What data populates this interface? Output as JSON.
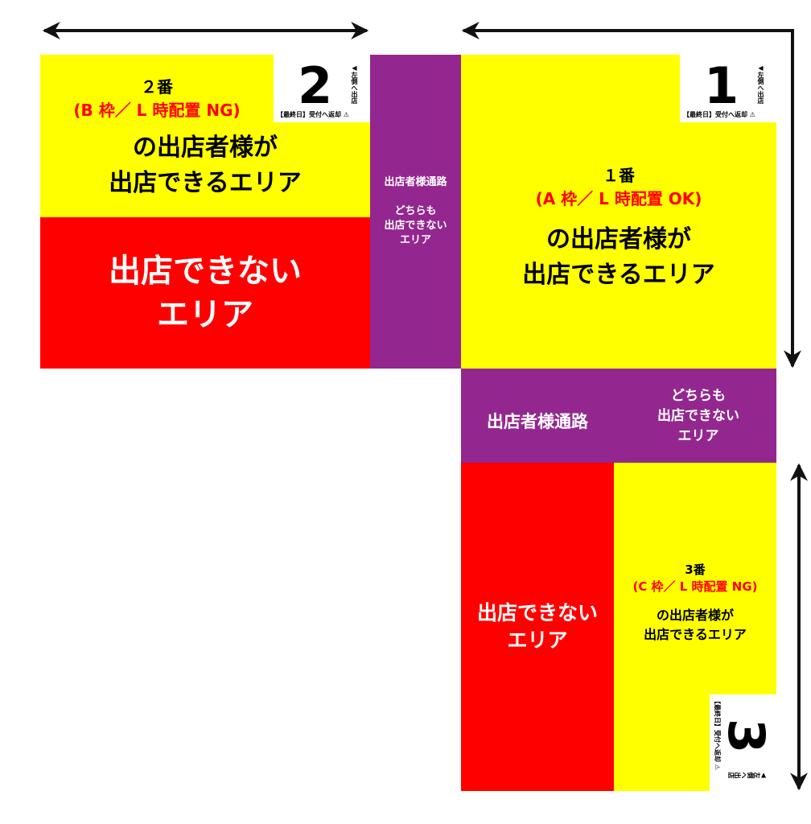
{
  "area2": {
    "number": "2",
    "title": "２番",
    "frame": "(B 枠／ L 時配置 NG)",
    "line1": "の出店者様が",
    "line2": "出店できるエリア",
    "card_bottom": "【最終日】受付へ返却 ⚠",
    "card_side": "◀左側へ出店"
  },
  "area1": {
    "number": "1",
    "title": "１番",
    "frame": "(A 枠／ L 時配置 OK)",
    "line1": "の出店者様が",
    "line2": "出店できるエリア",
    "card_bottom": "【最終日】受付へ返却 ⚠",
    "card_side": "◀左側へ出店"
  },
  "area3": {
    "number": "3",
    "title": "3番",
    "frame": "(C 枠／ L 時配置 NG)",
    "line1": "の出店者様が",
    "line2": "出店できるエリア",
    "card_bottom": "【最終日】受付へ返却 ⚠",
    "card_side": "◀左側へ出店"
  },
  "no_area": {
    "line1": "出店できない",
    "line2": "エリア"
  },
  "passage": {
    "label": "出店者様通路",
    "note1": "どちらも",
    "note2": "出店できない",
    "note3": "エリア"
  },
  "colors": {
    "yellow": "#ffff00",
    "red": "#ff0000",
    "purple": "#93278f"
  }
}
